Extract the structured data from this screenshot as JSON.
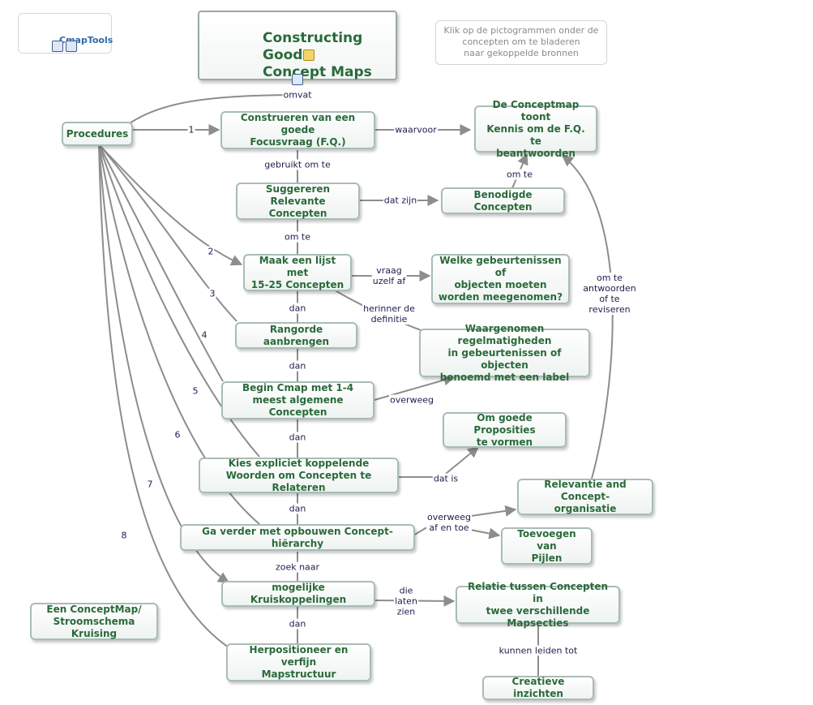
{
  "title": "Constructing Good\nConcept Maps",
  "hint": "Klik op de pictogrammen onder de\nconcepten om te bladeren\nnaar gekoppelde bronnen",
  "logo": "CmapTools",
  "colors": {
    "node_text": "#2a6a3a",
    "link_text": "#1d1d50",
    "line": "#8d8d8d",
    "node_border": "#a9bcb6"
  },
  "nodes": [
    {
      "id": "procedures",
      "text": "Procedures"
    },
    {
      "id": "focus",
      "text": "Construeren van een goede\nFocusvraag (F.Q.)"
    },
    {
      "id": "cmap-toont",
      "text": "De Conceptmap toont\nKennis om de F.Q. te\nbeantwoorden"
    },
    {
      "id": "suggereren",
      "text": "Suggereren Relevante\nConcepten"
    },
    {
      "id": "benodigde",
      "text": "Benodigde Concepten"
    },
    {
      "id": "lijst",
      "text": "Maak een lijst met\n15-25 Concepten"
    },
    {
      "id": "welke",
      "text": "Welke gebeurtenissen of\nobjecten moeten\nworden meegenomen?"
    },
    {
      "id": "rangorde",
      "text": "Rangorde aanbrengen"
    },
    {
      "id": "waargenomen",
      "text": "Waargenomen regelmatigheden\nin gebeurtenissen of objecten\nbenoemd met een label"
    },
    {
      "id": "begin",
      "text": "Begin Cmap met 1-4\nmeest algemene Concepten"
    },
    {
      "id": "proposities",
      "text": "Om goede Proposities\nte vormen"
    },
    {
      "id": "kies",
      "text": "Kies expliciet koppelende\nWoorden om Concepten te Relateren"
    },
    {
      "id": "relevantie",
      "text": "Relevantie and Concept-\norganisatie"
    },
    {
      "id": "ga-verder",
      "text": "Ga verder met opbouwen Concept-hiërarchy"
    },
    {
      "id": "toevoegen",
      "text": "Toevoegen van\nPijlen"
    },
    {
      "id": "kruis",
      "text": "mogelijke Kruiskoppelingen"
    },
    {
      "id": "relatie",
      "text": "Relatie tussen Concepten in\ntwee verschillende Mapsecties"
    },
    {
      "id": "stroomschema",
      "text": "Een ConceptMap/\nStroomschema Kruising"
    },
    {
      "id": "herpositioneer",
      "text": "Herpositioneer en verfijn\nMapstructuur"
    },
    {
      "id": "creatieve",
      "text": "Creatieve inzichten"
    }
  ],
  "link_labels": [
    {
      "id": "omvat",
      "text": "omvat"
    },
    {
      "id": "waarvoor",
      "text": "waarvoor"
    },
    {
      "id": "gebruikt",
      "text": "gebruikt om te"
    },
    {
      "id": "dat-zijn",
      "text": "dat zijn"
    },
    {
      "id": "om-te-1",
      "text": "om te"
    },
    {
      "id": "om-te-2",
      "text": "om te"
    },
    {
      "id": "vraag",
      "text": "vraag\nuzelf af"
    },
    {
      "id": "dan-1",
      "text": "dan"
    },
    {
      "id": "herinner",
      "text": "herinner de\ndefinitie"
    },
    {
      "id": "dan-2",
      "text": "dan"
    },
    {
      "id": "overweeg-1",
      "text": "overweeg"
    },
    {
      "id": "dan-3",
      "text": "dan"
    },
    {
      "id": "dat-is",
      "text": "dat is"
    },
    {
      "id": "om-te-antw",
      "text": "om te\nantwoorden\nof te\nreviseren"
    },
    {
      "id": "dan-4",
      "text": "dan"
    },
    {
      "id": "overweeg-2",
      "text": "overweeg\naf en toe"
    },
    {
      "id": "zoek",
      "text": "zoek naar"
    },
    {
      "id": "die-laten",
      "text": "die\nlaten\nzien"
    },
    {
      "id": "dan-5",
      "text": "dan"
    },
    {
      "id": "kunnen",
      "text": "kunnen leiden tot"
    }
  ],
  "step_numbers": [
    "1",
    "2",
    "3",
    "4",
    "5",
    "6",
    "7",
    "8"
  ]
}
